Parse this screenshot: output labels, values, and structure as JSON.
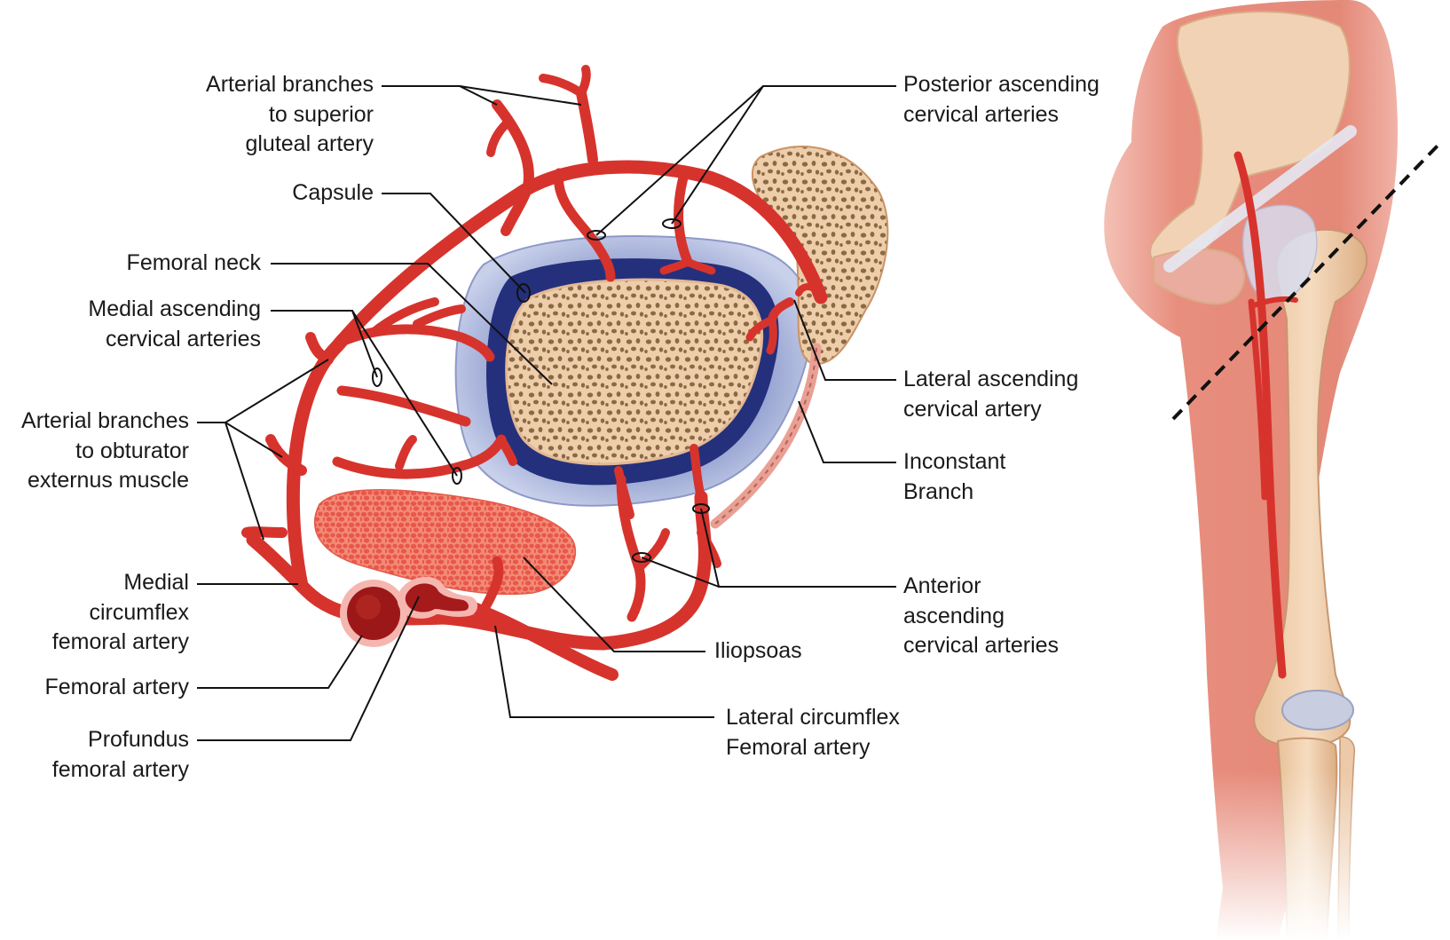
{
  "labels": {
    "superior_gluteal": [
      "Arterial branches",
      "to superior",
      "gluteal artery"
    ],
    "capsule": [
      "Capsule"
    ],
    "femoral_neck": [
      "Femoral neck"
    ],
    "medial_ascending": [
      "Medial ascending",
      "cervical arteries"
    ],
    "obturator_externus": [
      "Arterial branches",
      "to obturator",
      "externus muscle"
    ],
    "medial_circumflex": [
      "Medial",
      "circumflex",
      "femoral artery"
    ],
    "femoral_artery": [
      "Femoral artery"
    ],
    "profundus": [
      "Profundus",
      "femoral artery"
    ],
    "posterior_ascending": [
      "Posterior ascending",
      "cervical arteries"
    ],
    "lateral_ascending": [
      "Lateral ascending",
      "cervical artery"
    ],
    "inconstant": [
      "Inconstant",
      "Branch"
    ],
    "anterior_ascending": [
      "Anterior",
      "ascending",
      "cervical arteries"
    ],
    "iliopsoas": [
      "Iliopsoas"
    ],
    "lateral_circumflex": [
      "Lateral circumflex",
      "Femoral artery"
    ]
  },
  "colors": {
    "artery": "#d7332d",
    "artery_dark": "#a51f1c",
    "bone": "#ecc9a8",
    "trabecula": "#8a6a45",
    "capsule_outer": "#b9c2df",
    "capsule_inner": "#26307a",
    "muscle": "#ef6a5a",
    "skin": "#e58e7e",
    "leader": "#111111"
  }
}
